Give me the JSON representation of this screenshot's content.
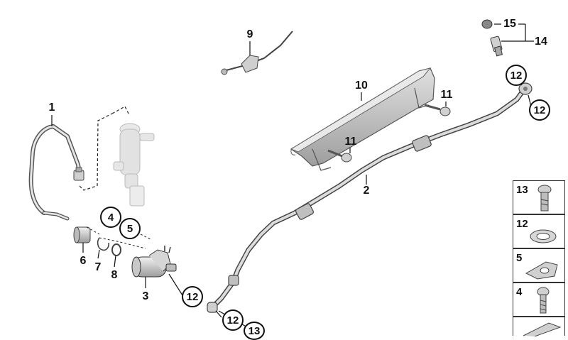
{
  "callouts": {
    "c1": "1",
    "c2": "2",
    "c3": "3",
    "c4": "4",
    "c5": "5",
    "c6": "6",
    "c7": "7",
    "c8": "8",
    "c9": "9",
    "c10": "10",
    "c11a": "11",
    "c11b": "11",
    "c12a": "12",
    "c12b": "12",
    "c12c": "12",
    "c12d": "12",
    "c13": "13",
    "c14": "14",
    "c15": "15"
  },
  "legend": {
    "items": [
      "13",
      "12",
      "5",
      "4"
    ]
  },
  "colors": {
    "line": "#111111",
    "part_fill": "#d9d9d9",
    "part_dark": "#9a9a9a",
    "rail_fill": "#c8c8c8"
  }
}
